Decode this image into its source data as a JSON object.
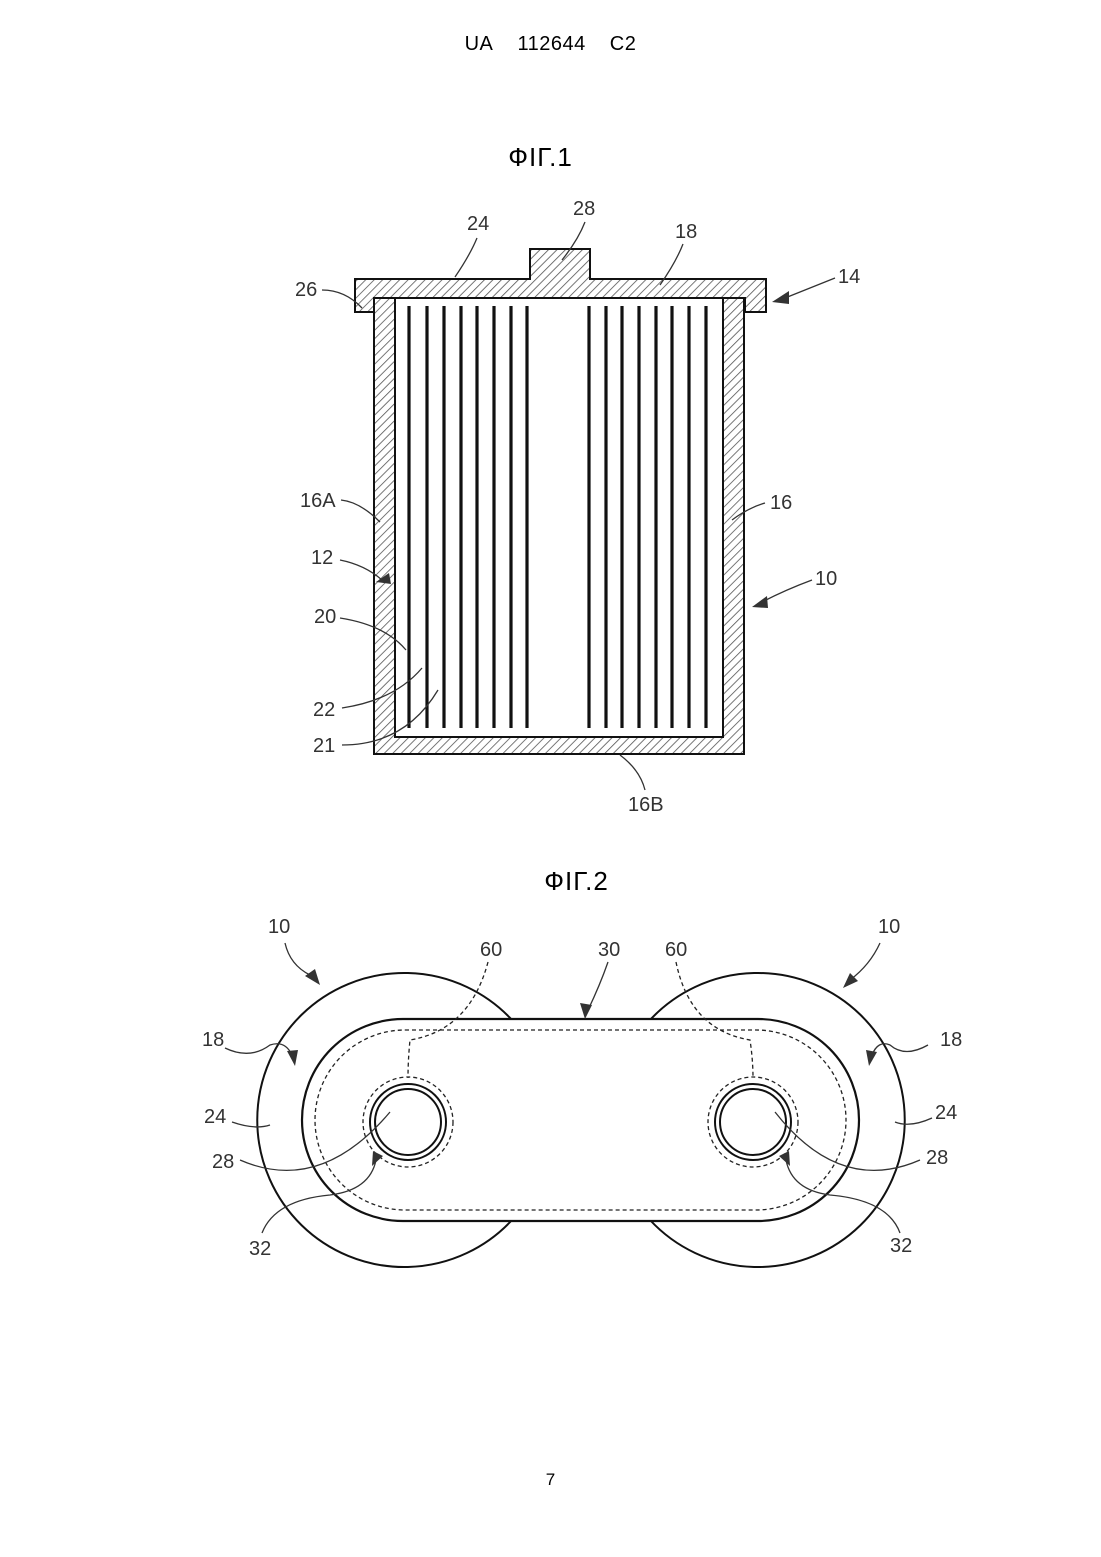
{
  "header": {
    "country": "UA",
    "number": "112644",
    "kind": "C2"
  },
  "figures": [
    {
      "title": "ФІГ.1",
      "labels": [
        "24",
        "28",
        "18",
        "26",
        "14",
        "16A",
        "16",
        "12",
        "10",
        "20",
        "22",
        "21",
        "16B"
      ]
    },
    {
      "title": "ФІГ.2",
      "labels": [
        "10",
        "10",
        "60",
        "30",
        "60",
        "18",
        "18",
        "24",
        "24",
        "28",
        "28",
        "32",
        "32"
      ]
    }
  ],
  "page_number": "7"
}
